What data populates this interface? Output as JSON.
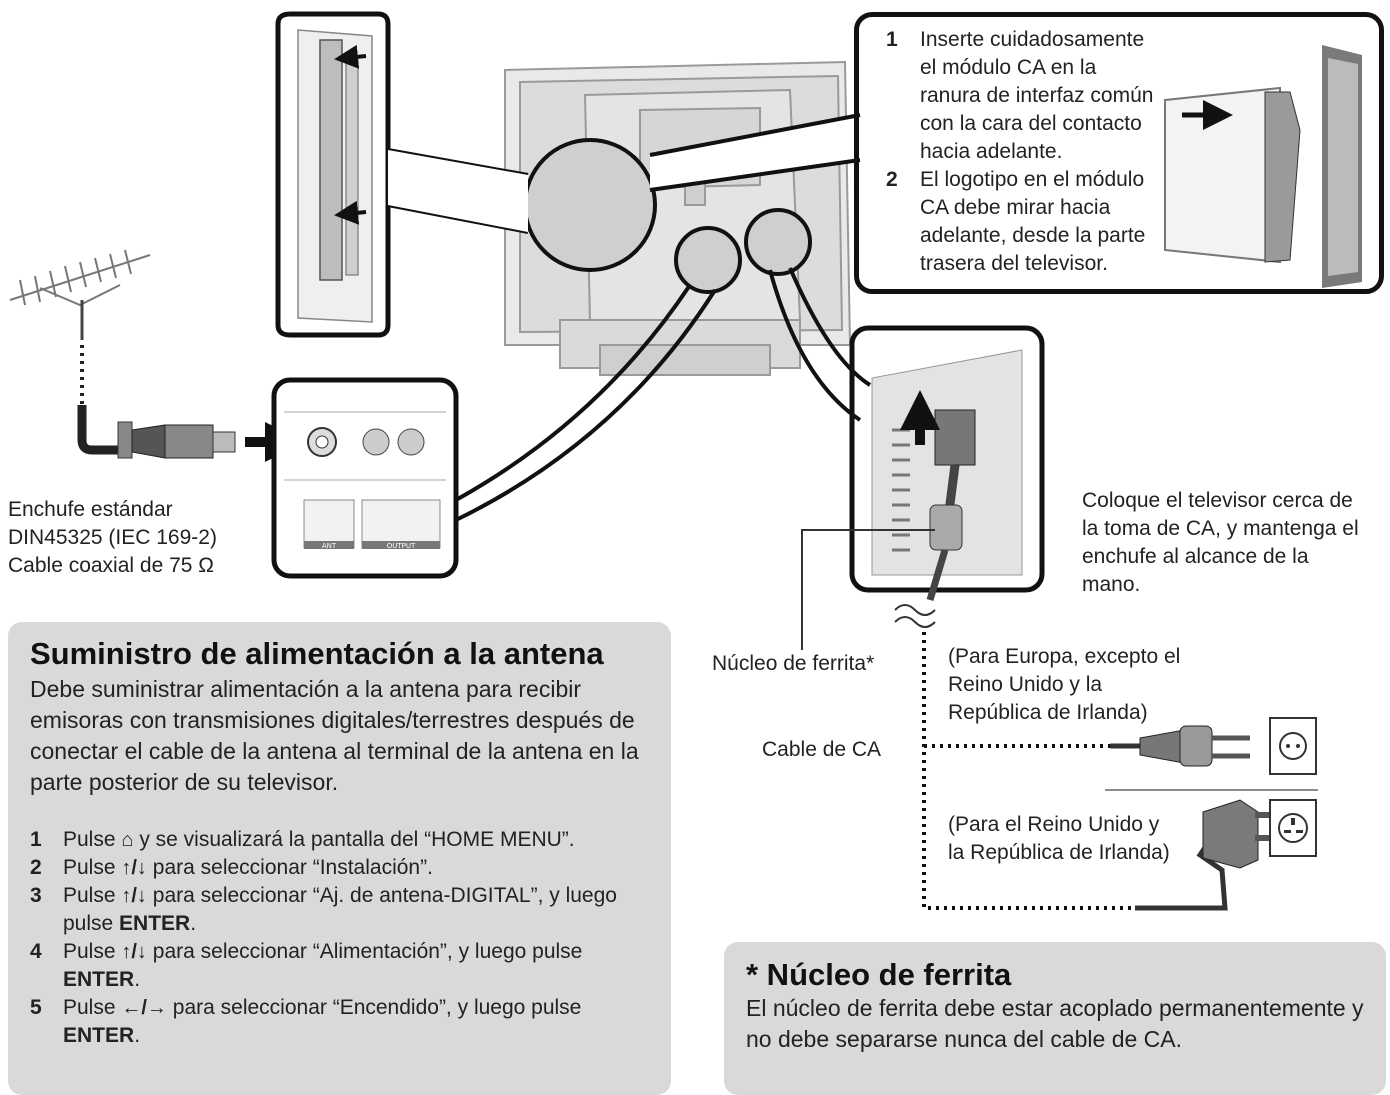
{
  "ca_module": {
    "steps": [
      {
        "num": "1",
        "text": "Inserte cuidadosamente el módulo CA en la ranura de interfaz común con la cara del contacto hacia adelante."
      },
      {
        "num": "2",
        "text": "El logotipo en el módulo CA debe mirar hacia adelante, desde la parte trasera del televisor."
      }
    ]
  },
  "antenna_plug": {
    "line1": "Enchufe estándar",
    "line2": "DIN45325 (IEC 169-2)",
    "line3": "Cable coaxial de 75 Ω"
  },
  "panel_labels": {
    "ant": "ANT",
    "output": "OUTPUT"
  },
  "ac_note": "Coloque el televisor cerca de la toma de CA, y mantenga el enchufe al alcance de la mano.",
  "labels": {
    "ferrite": "Núcleo de ferrita*",
    "ac_cable": "Cable de CA",
    "europe": "(Para Europa, excepto el Reino Unido y la República de Irlanda)",
    "uk": "(Para el Reino Unido y la República de Irlanda)"
  },
  "antenna_power": {
    "title": "Suministro de alimentación a la antena",
    "body": "Debe suministrar alimentación a la antena para recibir emisoras con transmisiones digitales/terrestres después de conectar el cable de la antena al terminal de la antena en la parte posterior de su televisor.",
    "steps": [
      {
        "num": "1",
        "pre": "Pulse",
        "icon": "home-icon",
        "post": "y se visualizará la pantalla del “HOME MENU”."
      },
      {
        "num": "2",
        "pre": "Pulse",
        "icon": "up-down-arrows-icon",
        "post": "para seleccionar “Instalación”."
      },
      {
        "num": "3",
        "pre": "Pulse",
        "icon": "up-down-arrows-icon",
        "post": "para seleccionar “Aj. de antena-DIGITAL”, y luego pulse",
        "key": "ENTER",
        "end": "."
      },
      {
        "num": "4",
        "pre": "Pulse",
        "icon": "up-down-arrows-icon",
        "post": "para seleccionar “Alimentación”, y luego pulse",
        "key": "ENTER",
        "end": "."
      },
      {
        "num": "5",
        "pre": "Pulse",
        "icon": "left-right-arrows-icon",
        "post": "para seleccionar “Encendido”, y luego pulse",
        "key": "ENTER",
        "end": "."
      }
    ]
  },
  "ferrite_panel": {
    "title": "* Núcleo de ferrita",
    "body": "El núcleo de ferrita debe estar acoplado permanentemente y no debe separarse nunca del cable de CA."
  },
  "symbols": {
    "home": "⌂",
    "updown": "↑/↓",
    "leftright": "←/→"
  }
}
